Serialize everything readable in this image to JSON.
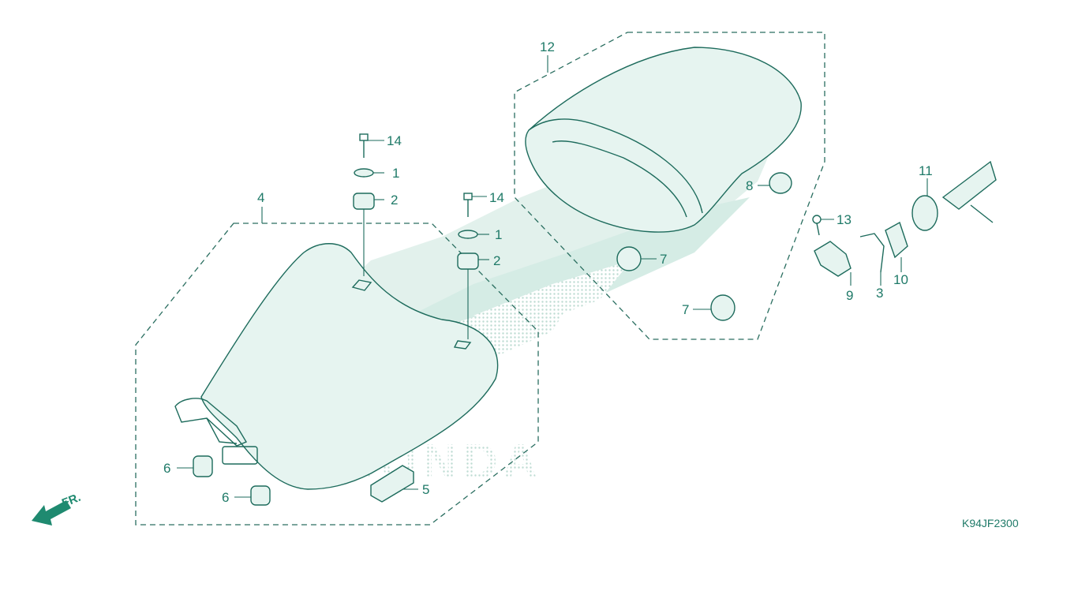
{
  "diagram": {
    "code": "K94JF2300",
    "front_label": "FR.",
    "watermark_text": "HONDA",
    "accent_color": "#1d6b5c",
    "watermark_color": "#c9e7df"
  },
  "callouts": {
    "c14a": "14",
    "c1a": "1",
    "c2a": "2",
    "c14b": "14",
    "c1b": "1",
    "c2b": "2",
    "c4": "4",
    "c12": "12",
    "c6a": "6",
    "c6b": "6",
    "c5": "5",
    "c7a": "7",
    "c7b": "7",
    "c8": "8",
    "c13": "13",
    "c9": "9",
    "c3": "3",
    "c10": "10",
    "c11": "11"
  }
}
